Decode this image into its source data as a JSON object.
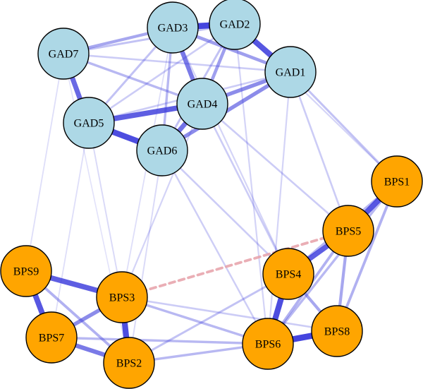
{
  "colors": {
    "gad_group": "#add8e6",
    "bps_group": "#ffa500",
    "positive_edge": "#3b3bdc",
    "negative_edge": "#e6a0a8",
    "node_border": "#000000"
  },
  "network": {
    "nodes": [
      {
        "id": "GAD1",
        "label": "GAD1",
        "group": "gad"
      },
      {
        "id": "GAD2",
        "label": "GAD2",
        "group": "gad"
      },
      {
        "id": "GAD3",
        "label": "GAD3",
        "group": "gad"
      },
      {
        "id": "GAD4",
        "label": "GAD4",
        "group": "gad"
      },
      {
        "id": "GAD5",
        "label": "GAD5",
        "group": "gad"
      },
      {
        "id": "GAD6",
        "label": "GAD6",
        "group": "gad"
      },
      {
        "id": "GAD7",
        "label": "GAD7",
        "group": "gad"
      },
      {
        "id": "BPS1",
        "label": "BPS1",
        "group": "bps"
      },
      {
        "id": "BPS2",
        "label": "BPS2",
        "group": "bps"
      },
      {
        "id": "BPS3",
        "label": "BPS3",
        "group": "bps"
      },
      {
        "id": "BPS4",
        "label": "BPS4",
        "group": "bps"
      },
      {
        "id": "BPS5",
        "label": "BPS5",
        "group": "bps"
      },
      {
        "id": "BPS6",
        "label": "BPS6",
        "group": "bps"
      },
      {
        "id": "BPS7",
        "label": "BPS7",
        "group": "bps"
      },
      {
        "id": "BPS8",
        "label": "BPS8",
        "group": "bps"
      },
      {
        "id": "BPS9",
        "label": "BPS9",
        "group": "bps"
      }
    ],
    "edges": [
      {
        "source": "GAD2",
        "target": "GAD3",
        "strength": 0.95,
        "sign": "positive"
      },
      {
        "source": "GAD2",
        "target": "GAD1",
        "strength": 0.85,
        "sign": "positive"
      },
      {
        "source": "GAD3",
        "target": "GAD1",
        "strength": 0.45,
        "sign": "positive"
      },
      {
        "source": "GAD3",
        "target": "GAD7",
        "strength": 0.4,
        "sign": "positive"
      },
      {
        "source": "GAD3",
        "target": "GAD4",
        "strength": 0.65,
        "sign": "positive"
      },
      {
        "source": "GAD2",
        "target": "GAD4",
        "strength": 0.45,
        "sign": "positive"
      },
      {
        "source": "GAD1",
        "target": "GAD4",
        "strength": 0.55,
        "sign": "positive"
      },
      {
        "source": "GAD7",
        "target": "GAD5",
        "strength": 0.75,
        "sign": "positive"
      },
      {
        "source": "GAD5",
        "target": "GAD4",
        "strength": 0.8,
        "sign": "positive"
      },
      {
        "source": "GAD5",
        "target": "GAD6",
        "strength": 0.9,
        "sign": "positive"
      },
      {
        "source": "GAD6",
        "target": "GAD4",
        "strength": 0.7,
        "sign": "positive"
      },
      {
        "source": "GAD6",
        "target": "GAD1",
        "strength": 0.55,
        "sign": "positive"
      },
      {
        "source": "GAD7",
        "target": "GAD4",
        "strength": 0.3,
        "sign": "positive"
      },
      {
        "source": "GAD7",
        "target": "GAD2",
        "strength": 0.25,
        "sign": "positive"
      },
      {
        "source": "GAD7",
        "target": "GAD1",
        "strength": 0.2,
        "sign": "positive"
      },
      {
        "source": "GAD5",
        "target": "GAD3",
        "strength": 0.25,
        "sign": "positive"
      },
      {
        "source": "GAD5",
        "target": "GAD2",
        "strength": 0.2,
        "sign": "positive"
      },
      {
        "source": "GAD6",
        "target": "GAD3",
        "strength": 0.3,
        "sign": "positive"
      },
      {
        "source": "GAD6",
        "target": "GAD2",
        "strength": 0.25,
        "sign": "positive"
      },
      {
        "source": "GAD5",
        "target": "GAD1",
        "strength": 0.2,
        "sign": "positive"
      },
      {
        "source": "BPS1",
        "target": "BPS5",
        "strength": 0.85,
        "sign": "positive"
      },
      {
        "source": "BPS5",
        "target": "BPS4",
        "strength": 0.8,
        "sign": "positive"
      },
      {
        "source": "BPS4",
        "target": "BPS6",
        "strength": 0.9,
        "sign": "positive"
      },
      {
        "source": "BPS6",
        "target": "BPS8",
        "strength": 0.95,
        "sign": "positive"
      },
      {
        "source": "BPS4",
        "target": "BPS8",
        "strength": 0.4,
        "sign": "positive"
      },
      {
        "source": "BPS5",
        "target": "BPS8",
        "strength": 0.4,
        "sign": "positive"
      },
      {
        "source": "BPS1",
        "target": "BPS8",
        "strength": 0.35,
        "sign": "positive"
      },
      {
        "source": "BPS1",
        "target": "BPS4",
        "strength": 0.3,
        "sign": "positive"
      },
      {
        "source": "BPS5",
        "target": "BPS6",
        "strength": 0.35,
        "sign": "positive"
      },
      {
        "source": "BPS1",
        "target": "BPS6",
        "strength": 0.3,
        "sign": "positive"
      },
      {
        "source": "BPS9",
        "target": "BPS3",
        "strength": 0.8,
        "sign": "positive"
      },
      {
        "source": "BPS9",
        "target": "BPS7",
        "strength": 0.85,
        "sign": "positive"
      },
      {
        "source": "BPS3",
        "target": "BPS2",
        "strength": 0.9,
        "sign": "positive"
      },
      {
        "source": "BPS7",
        "target": "BPS2",
        "strength": 0.65,
        "sign": "positive"
      },
      {
        "source": "BPS7",
        "target": "BPS3",
        "strength": 0.55,
        "sign": "positive"
      },
      {
        "source": "BPS9",
        "target": "BPS2",
        "strength": 0.35,
        "sign": "positive"
      },
      {
        "source": "BPS3",
        "target": "BPS6",
        "strength": 0.3,
        "sign": "positive"
      },
      {
        "source": "BPS2",
        "target": "BPS6",
        "strength": 0.3,
        "sign": "positive"
      },
      {
        "source": "BPS7",
        "target": "BPS6",
        "strength": 0.3,
        "sign": "positive"
      },
      {
        "source": "BPS3",
        "target": "BPS8",
        "strength": 0.2,
        "sign": "positive"
      },
      {
        "source": "BPS2",
        "target": "BPS4",
        "strength": 0.25,
        "sign": "positive"
      },
      {
        "source": "BPS3",
        "target": "BPS5",
        "strength": 0.35,
        "sign": "negative"
      },
      {
        "source": "GAD1",
        "target": "BPS1",
        "strength": 0.25,
        "sign": "positive"
      },
      {
        "source": "GAD1",
        "target": "BPS5",
        "strength": 0.2,
        "sign": "positive"
      },
      {
        "source": "GAD4",
        "target": "BPS5",
        "strength": 0.2,
        "sign": "positive"
      },
      {
        "source": "GAD4",
        "target": "BPS4",
        "strength": 0.2,
        "sign": "positive"
      },
      {
        "source": "GAD6",
        "target": "BPS4",
        "strength": 0.2,
        "sign": "positive"
      },
      {
        "source": "GAD6",
        "target": "BPS6",
        "strength": 0.18,
        "sign": "positive"
      },
      {
        "source": "GAD3",
        "target": "BPS4",
        "strength": 0.15,
        "sign": "positive"
      },
      {
        "source": "GAD2",
        "target": "BPS6",
        "strength": 0.15,
        "sign": "positive"
      },
      {
        "source": "GAD2",
        "target": "BPS1",
        "strength": 0.15,
        "sign": "positive"
      },
      {
        "source": "GAD5",
        "target": "BPS3",
        "strength": 0.12,
        "sign": "positive"
      },
      {
        "source": "GAD7",
        "target": "BPS9",
        "strength": 0.1,
        "sign": "positive"
      },
      {
        "source": "GAD6",
        "target": "BPS2",
        "strength": 0.12,
        "sign": "positive"
      },
      {
        "source": "GAD4",
        "target": "BPS3",
        "strength": 0.15,
        "sign": "positive"
      },
      {
        "source": "GAD3",
        "target": "BPS3",
        "strength": 0.1,
        "sign": "positive"
      },
      {
        "source": "GAD5",
        "target": "BPS7",
        "strength": 0.1,
        "sign": "positive"
      },
      {
        "source": "GAD1",
        "target": "BPS6",
        "strength": 0.15,
        "sign": "positive"
      },
      {
        "source": "GAD7",
        "target": "BPS2",
        "strength": 0.08,
        "sign": "positive"
      }
    ]
  }
}
